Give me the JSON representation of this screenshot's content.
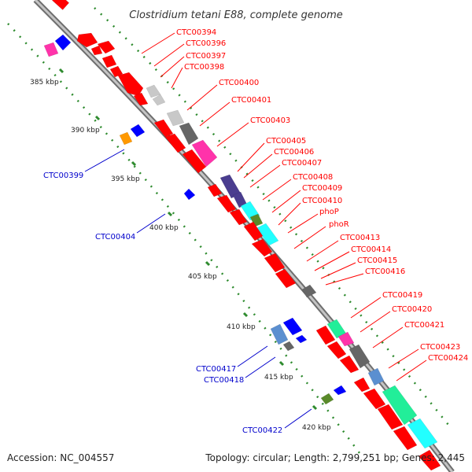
{
  "title": "Clostridium tetani E88, complete genome",
  "footer": {
    "accession": "Accession: NC_004557",
    "topology": "Topology: circular; Length: 2,799,251 bp; Genes: 2,445"
  },
  "kbp_ticks": [
    "385 kbp",
    "390 kbp",
    "395 kbp",
    "400 kbp",
    "405 kbp",
    "410 kbp",
    "415 kbp",
    "420 kbp"
  ],
  "forward_genes": [
    "CTC00394",
    "CTC00396",
    "CTC00397",
    "CTC00398",
    "CTC00400",
    "CTC00401",
    "CTC00403",
    "CTC00405",
    "CTC00406",
    "CTC00407",
    "CTC00408",
    "CTC00409",
    "CTC00410",
    "phoP",
    "phoR",
    "CTC00413",
    "CTC00414",
    "CTC00415",
    "CTC00416",
    "CTC00419",
    "CTC00420",
    "CTC00421",
    "CTC00423",
    "CTC00424"
  ],
  "reverse_genes": [
    "CTC00399",
    "CTC00404",
    "CTC00417",
    "CTC00418",
    "CTC00422"
  ],
  "colors": {
    "forward_label": "#ff0000",
    "reverse_label": "#0000cc",
    "backbone": "#9a9a9a",
    "tick": "#2e8b2e",
    "red_gene": "#ff0000",
    "blue_gene": "#0000ff",
    "magenta_gene": "#ff33aa",
    "cyan_gene": "#22ffff",
    "teal_gene": "#22ee99",
    "steel_gene": "#5b8fd0",
    "purple_gene": "#4a3d8f",
    "grey_gene": "#666666",
    "light_grey_gene": "#c8c8c8",
    "orange_gene": "#ff9900",
    "olive_gene": "#5a8a2a"
  }
}
